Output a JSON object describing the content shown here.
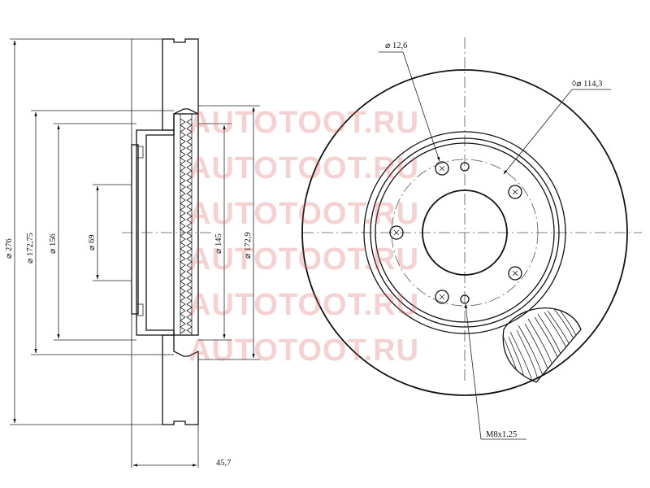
{
  "diagram": {
    "side_view_dimensions": {
      "outer_diameter": "276",
      "hat_diameter": "172,75",
      "inner_diameter": "156",
      "center_bore": "69",
      "braking_inner": "145",
      "braking_outer": "172,9",
      "width": "45,7"
    },
    "front_view_labels": {
      "hole_diameter": "12,6",
      "pcd": "114,3",
      "thread": "M8x1.25"
    },
    "symbols": {
      "diameter": "⌀",
      "pcd_prefix": "◊⌀"
    },
    "watermark": {
      "text": "AUTOTOOT.RU",
      "repeat": 6,
      "color": "#dc5a5a"
    }
  }
}
